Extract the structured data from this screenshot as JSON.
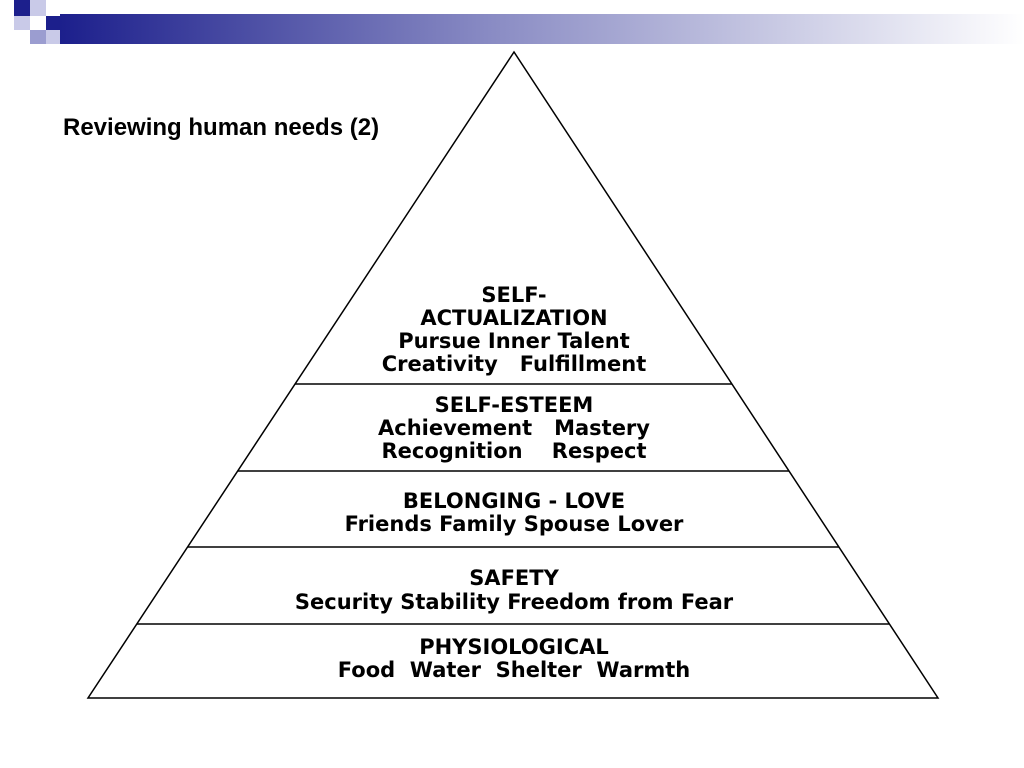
{
  "slide": {
    "title": "Reviewing human needs (2)"
  },
  "colors": {
    "accent_dark": "#1c1f8c",
    "accent_light": "#9b9dd0",
    "line": "#000000"
  },
  "pyramid": {
    "levels": [
      {
        "key": "self_actualization",
        "lines": [
          "SELF-",
          "ACTUALIZATION",
          "Pursue Inner Talent",
          "Creativity   Fulfillment"
        ]
      },
      {
        "key": "self_esteem",
        "lines": [
          "SELF-ESTEEM",
          "Achievement   Mastery",
          "Recognition    Respect"
        ]
      },
      {
        "key": "belonging_love",
        "lines": [
          "BELONGING - LOVE",
          "Friends Family Spouse Lover"
        ]
      },
      {
        "key": "safety",
        "lines": [
          "SAFETY",
          "Security Stability Freedom from Fear"
        ]
      },
      {
        "key": "physiological",
        "lines": [
          "PHYSIOLOGICAL",
          "Food  Water  Shelter  Warmth"
        ]
      }
    ]
  }
}
